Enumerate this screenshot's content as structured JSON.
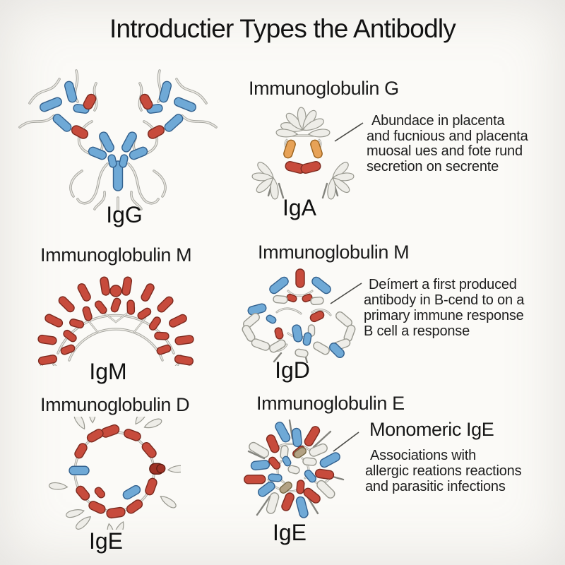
{
  "title": "Introductier Types the Antibodly",
  "palette": {
    "blue": "#6fa9d6",
    "red": "#c74b3c",
    "dark_red": "#9e3226",
    "orange": "#e7a257",
    "segment_white": "#eeede8",
    "tube_gray": "#a6a6a0",
    "text": "#161616",
    "background": "#fbfaf7"
  },
  "sections": {
    "igg": {
      "label": "IgG"
    },
    "iga": {
      "heading": "Immunoglobulin G",
      "label": "IgA",
      "desc": [
        "Abundace in placenta",
        "and fucnious and placenta",
        "muosal ues and fote rund",
        "secretion on secrente"
      ]
    },
    "igm": {
      "heading": "Immunoglobulin M",
      "label": "IgM"
    },
    "igd": {
      "heading": "Immunoglobulin M",
      "label": "IgD",
      "desc": [
        "Deímert a first produced",
        "antibody in B-cend to on a",
        "primary immune response",
        "B cell a response"
      ]
    },
    "igd_ring": {
      "heading": "Immunoglobulin D",
      "label": "IgE"
    },
    "ige": {
      "heading": "Immunoglobulin E",
      "subheading": "Monomeric IgE",
      "label": "IgE",
      "desc": [
        "Associations with",
        "allergic reations reactions",
        "and parasitic infections"
      ]
    }
  }
}
